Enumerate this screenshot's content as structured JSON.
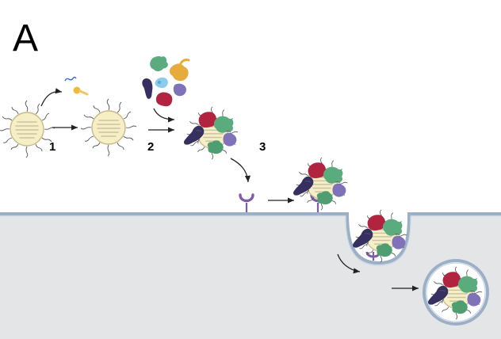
{
  "panel": {
    "letter": "A"
  },
  "steps": [
    {
      "number": "1"
    },
    {
      "number": "2"
    },
    {
      "number": "3"
    }
  ],
  "colors": {
    "nanoparticle_fill": "#f6efc6",
    "nanoparticle_stroke": "#c8b98a",
    "cell_interior": "#e4e5e7",
    "membrane": "#9bb0c6",
    "protein_crimson": "#b2233f",
    "protein_green": "#5aab7e",
    "protein_navy": "#363060",
    "protein_lavender": "#7f72b8",
    "protein_sky": "#8ccbea",
    "protein_amber": "#e7aa3c",
    "receptor": "#7d5ca8",
    "arrow": "#222222"
  }
}
